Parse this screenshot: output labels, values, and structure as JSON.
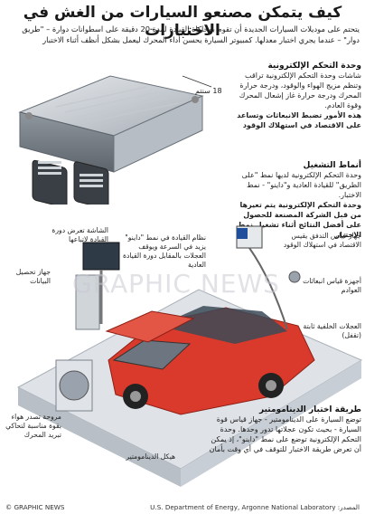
{
  "title": "كيف يتمكن مصنعو السيارات من الغش في الاختبارات",
  "intro": "يتحتم على موديلات السيارات الجديدة أن تقوم بمحاكاة القيادة لمدة 20 دقيقة على اسطوانات دوارة – \"طريق دوار\" – عندما يجري اختبار معدلها. كمبيوتر السيارة يحسن أداء المحرك ليعمل بشكل أنظف أثناء الاختبار",
  "ecu_dimension": "18 سنتم",
  "ecu": {
    "heading": "وحدة التحكم الإلكترونية",
    "body": "شاشات وحدة التحكم الإلكترونية تراقب وتنظم مزيج الهواء والوقود، ودرجة حرارة المحرك ودرجة حرارة غاز إشعال المحرك وقوة العادم.",
    "emphasis": "هذه الأمور تضبط الانبعاثات وتساعد على الاقتصاد في استهلاك الوقود"
  },
  "modes": {
    "heading": "أنماط التشغيل",
    "body": "وحدة التحكم الإلكترونية لديها نمط \"على الطريق\" للقيادة العادية و\"داينو\" - نمط الاختبار.",
    "emphasis": "وحدة التحكم الإلكترونية يتم تعيرها من قبل الشركة المصنعة للحصول على أفضل النتائج أثناء تشغيل نمط الاختبار"
  },
  "labels": {
    "dyno_mode": "نظام القيادة في نمط \"داينو\" يزيد في السرعة ويوقف العجلات بالمقابل دورة القيادة العادية",
    "screen": "الشاشة تعرض دورة القيادة لاتباعها",
    "data_logger": "جهاز تحصيل البيانات",
    "flow_meter": "جهاز قياس التدفق يقيس الاقتصاد في استهلاك الوقود",
    "emission_meters": "أجهزة قياس انبعاثات العوادم",
    "rear_wheels": "العجلات الخلفية ثابتة (تقفل)",
    "fan": "مروحة تصدر هواء بقوة مناسبة لتحاكي تبريد المحرك",
    "frame": "هيكل الدينامومتير"
  },
  "dyno": {
    "heading": "طريقة اختبار الدينامومتير",
    "body": "توضع السيارة على الدينامومتير - جهاز قياس قوة السيارة - بحيث تكون عجلاتها تدور وحدها. وحدة التحكم الإلكترونية توضع على نمط \"داينو\"، إذ يمكن أن تعرض طريقة الاختبار للتوقف في أي وقت بأمان"
  },
  "footer": {
    "source": "المصدر: U.S. Department of Energy, Argonne National Laboratory",
    "credit": "© GRAPHIC NEWS"
  },
  "watermark": "GRAPHIC NEWS",
  "colors": {
    "car": "#d93a2b",
    "platform": "#c9cfd6",
    "rollers": "#e8c22a",
    "steel": "#9aa3ad"
  }
}
